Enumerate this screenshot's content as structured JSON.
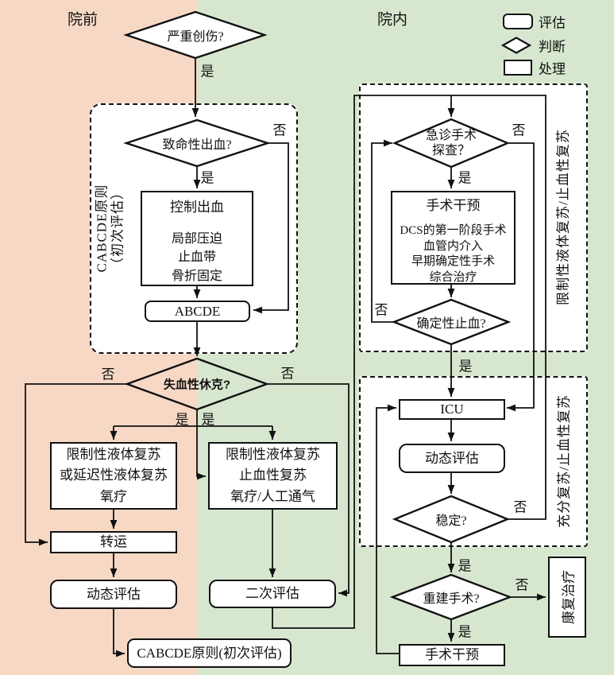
{
  "regions": {
    "prehospital": "院前",
    "inhospital": "院内"
  },
  "legend": {
    "assess": "评估",
    "decide": "判断",
    "treat": "处理"
  },
  "branch": {
    "yes": "是",
    "no": "否"
  },
  "groups": {
    "cabcde_line1": "CABCDE原则",
    "cabcde_line2": "（初次评估）",
    "restrictive_resus": "限制性液体复苏/止血性复苏",
    "full_resus": "充分复苏/止血性复苏"
  },
  "nodes": {
    "severe_trauma": "严重创伤?",
    "fatal_bleeding": "致命性出血?",
    "control_bleeding": {
      "title": "控制出血",
      "items": [
        "局部压迫",
        "止血带",
        "骨折固定"
      ]
    },
    "abcde": "ABCDE",
    "hemorrhagic_shock": "失血性休克?",
    "left_resus": {
      "lines": [
        "限制性液体复苏",
        "或延迟性液体复苏",
        "氧疗"
      ]
    },
    "right_resus": {
      "lines": [
        "限制性液体复苏",
        "止血性复苏",
        "氧疗/人工通气"
      ]
    },
    "transfer": "转运",
    "dynamic_assess_left": "动态评估",
    "cabcde_reassess": "CABCDE原则(初次评估)",
    "secondary_assess": "二次评估",
    "emergency_surgery": {
      "line1": "急诊手术",
      "line2": "探查？"
    },
    "surgical_intervention": {
      "title": "手术干预",
      "items": [
        "DCS的第一阶段手术",
        "血管内介入",
        "早期确定性手术",
        "综合治疗"
      ]
    },
    "definitive_hemostasis": "确定性止血?",
    "icu": "ICU",
    "dynamic_assess_right": "动态评估",
    "stable": "稳定?",
    "reconstruction": "重建手术?",
    "rehab": "康复治疗",
    "surgical_intervention2": "手术干预"
  },
  "colors": {
    "prehospital_bg": "#f6d8c5",
    "inhospital_bg": "#d7e7cf",
    "line": "#111111",
    "node_fill": "#ffffff"
  }
}
